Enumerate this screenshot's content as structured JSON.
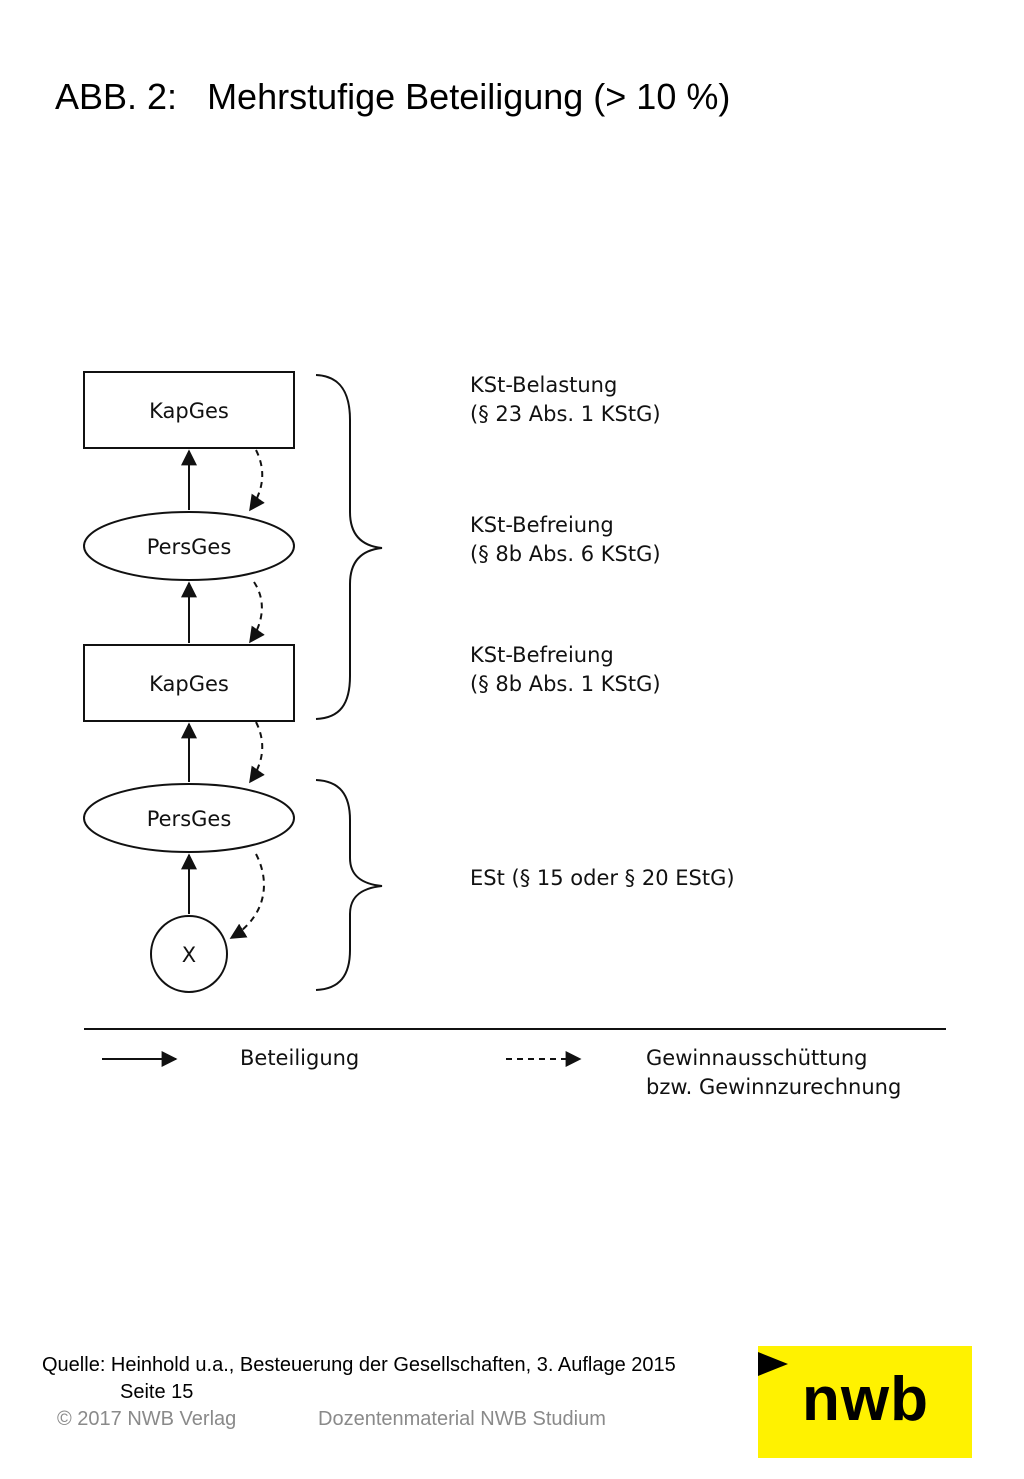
{
  "title": "ABB. 2:   Mehrstufige Beteiligung (> 10 %)",
  "diagram": {
    "nodes": [
      {
        "shape": "rect",
        "label": "KapGes"
      },
      {
        "shape": "ellipse",
        "label": "PersGes"
      },
      {
        "shape": "rect",
        "label": "KapGes"
      },
      {
        "shape": "ellipse",
        "label": "PersGes"
      },
      {
        "shape": "circle",
        "label": "X"
      }
    ],
    "annotations": [
      {
        "lines": [
          "KSt-Belastung",
          "(§ 23 Abs. 1 KStG)"
        ]
      },
      {
        "lines": [
          "KSt-Befreiung",
          "(§ 8b Abs. 6 KStG)"
        ]
      },
      {
        "lines": [
          "KSt-Befreiung",
          "(§ 8b Abs. 1 KStG)"
        ]
      },
      {
        "lines": [
          "ESt (§ 15 oder § 20 EStG)"
        ]
      }
    ],
    "legend": {
      "solid_label": "Beteiligung",
      "dashed_label_line1": "Gewinnausschüttung",
      "dashed_label_line2": "bzw. Gewinnzurechnung"
    }
  },
  "source": {
    "line1": "Quelle: Heinhold u.a., Besteuerung der Gesellschaften, 3. Auflage 2015",
    "line2": "Seite 15"
  },
  "footer": {
    "copyright": "© 2017 NWB Verlag",
    "material": "Dozentenmaterial NWB Studium"
  },
  "logo": {
    "text": "nwb",
    "background_color": "#fff200"
  }
}
